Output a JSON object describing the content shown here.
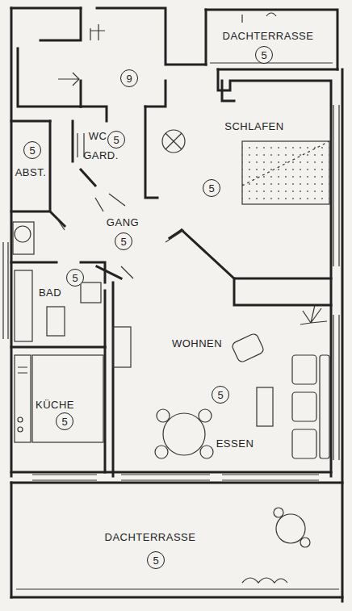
{
  "diagram": {
    "nodes": [
      {
        "text": [
          "5"
        ]
      },
      {
        "text": [
          "9"
        ]
      },
      {
        "text": [
          "5"
        ]
      },
      {
        "text": [
          "5"
        ]
      },
      {
        "text": [
          "5"
        ]
      },
      {
        "text": [
          "5"
        ]
      },
      {
        "text": [
          "5"
        ]
      },
      {
        "text": [
          "5"
        ]
      },
      {
        "text": [
          "5"
        ]
      },
      {
        "text": [
          "5"
        ]
      }
    ],
    "labels": [
      "DACHTERRASSE",
      "WC",
      "GARD.",
      "ABST.",
      "SCHLAFEN",
      "GANG",
      "BAD",
      "WOHNEN",
      "KÜCHE",
      "ESSEN",
      "DACHTERRASSE"
    ]
  }
}
